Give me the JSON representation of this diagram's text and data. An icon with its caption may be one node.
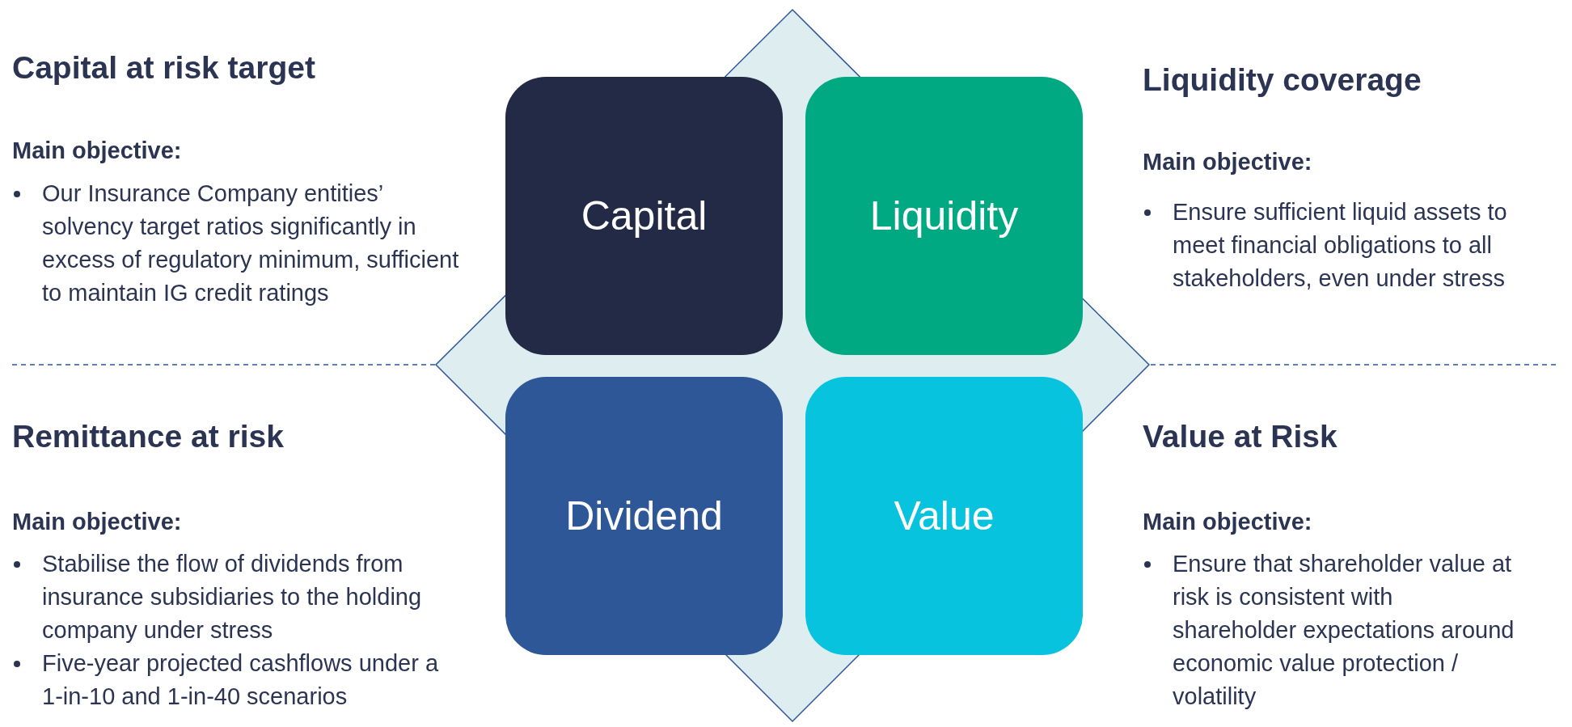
{
  "diagram": {
    "nodes": [
      {
        "text": [
          "Capital"
        ]
      },
      {
        "text": [
          "Liquidity"
        ]
      },
      {
        "text": [
          "Dividend"
        ]
      },
      {
        "text": [
          "Value"
        ]
      }
    ],
    "labels": [
      "Capital at risk target",
      "Main objective:",
      "Our Insurance Company entities’ solvency target ratios significantly in excess of regulatory minimum, sufficient to maintain IG credit ratings",
      "Liquidity coverage",
      "Main objective:",
      "Ensure sufficient liquid assets to meet financial obligations to all stakeholders, even under stress",
      "Remittance at risk",
      "Main objective:",
      "Stabilise the flow of dividends from insurance subsidiaries to the holding company under stress",
      "Five-year projected cashflows under a 1-in-10 and 1-in-40 scenarios",
      "Value at Risk",
      "Main objective:",
      "Ensure that shareholder value at risk is consistent with shareholder expectations around economic value protection / volatility"
    ]
  }
}
